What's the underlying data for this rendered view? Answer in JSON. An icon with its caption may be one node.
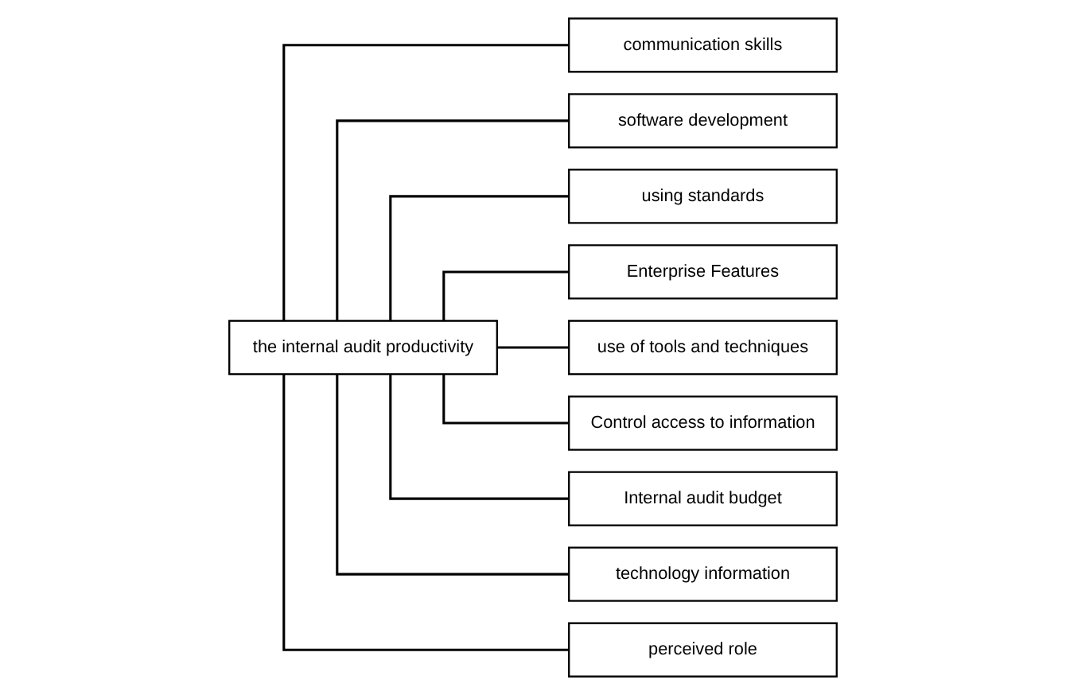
{
  "diagram": {
    "nodes": [
      {
        "text": [
          "the internal audit productivity"
        ]
      },
      {
        "text": [
          "communication skills"
        ]
      },
      {
        "text": [
          "software development"
        ]
      },
      {
        "text": [
          "using standards"
        ]
      },
      {
        "text": [
          "Enterprise Features"
        ]
      },
      {
        "text": [
          "use of tools and techniques"
        ]
      },
      {
        "text": [
          "Control access to information"
        ]
      },
      {
        "text": [
          "Internal audit budget"
        ]
      },
      {
        "text": [
          "technology information"
        ]
      },
      {
        "text": [
          "perceived role"
        ]
      }
    ],
    "edges": [
      {
        "from": 0,
        "to": 1,
        "arrow": "none"
      },
      {
        "from": 0,
        "to": 2,
        "arrow": "none"
      },
      {
        "from": 0,
        "to": 3,
        "arrow": "none"
      },
      {
        "from": 0,
        "to": 4,
        "arrow": "none"
      },
      {
        "from": 0,
        "to": 5,
        "arrow": "none"
      },
      {
        "from": 0,
        "to": 6,
        "arrow": "none"
      },
      {
        "from": 0,
        "to": 7,
        "arrow": "none"
      },
      {
        "from": 0,
        "to": 8,
        "arrow": "none"
      },
      {
        "from": 0,
        "to": 9,
        "arrow": "none"
      }
    ]
  }
}
